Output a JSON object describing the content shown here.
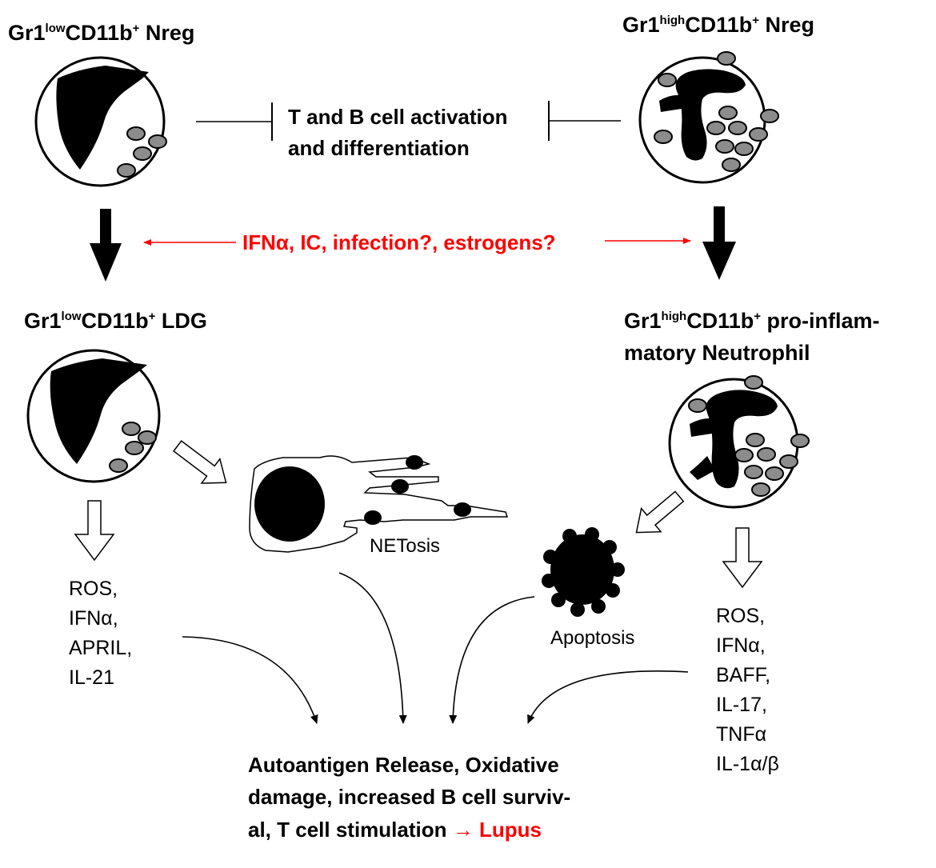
{
  "colors": {
    "text": "#000000",
    "accent": "#ff0000",
    "granule": "#8c8c8c"
  },
  "top_left_cell": {
    "prefix": "Gr1",
    "sup1": "low",
    "mid": "CD11b",
    "sup2": "+",
    "suffix": " Nreg"
  },
  "top_right_cell": {
    "prefix": "Gr1",
    "sup1": "high",
    "mid": "CD11b",
    "sup2": "+",
    "suffix": " Nreg"
  },
  "activation": {
    "line1": "T and B cell activation",
    "line2": "and differentiation"
  },
  "triggers": "IFNα, IC, infection?, estrogens?",
  "ldg_cell": {
    "prefix": "Gr1",
    "sup1": "low",
    "mid": "CD11b",
    "sup2": "+",
    "suffix": " LDG"
  },
  "proinflam_cell": {
    "prefix": "Gr1",
    "sup1": "high",
    "mid": "CD11b",
    "sup2": "+",
    "suffix": " pro-inflam-",
    "line2": "matory Neutrophil"
  },
  "netosis_label": "NETosis",
  "apoptosis_label": "Apoptosis",
  "ldg_products": [
    "ROS,",
    "IFNα,",
    "APRIL,",
    "IL-21"
  ],
  "proinflam_products": [
    "ROS,",
    "IFNα,",
    "BAFF,",
    "IL-17,",
    "TNFα",
    "IL-1α/β"
  ],
  "outcome": {
    "line1": "Autoantigen Release, Oxidative",
    "line2": "damage, increased B cell surviv-",
    "line3": "al, T cell stimulation ",
    "arrow": "→ ",
    "result": "Lupus"
  }
}
